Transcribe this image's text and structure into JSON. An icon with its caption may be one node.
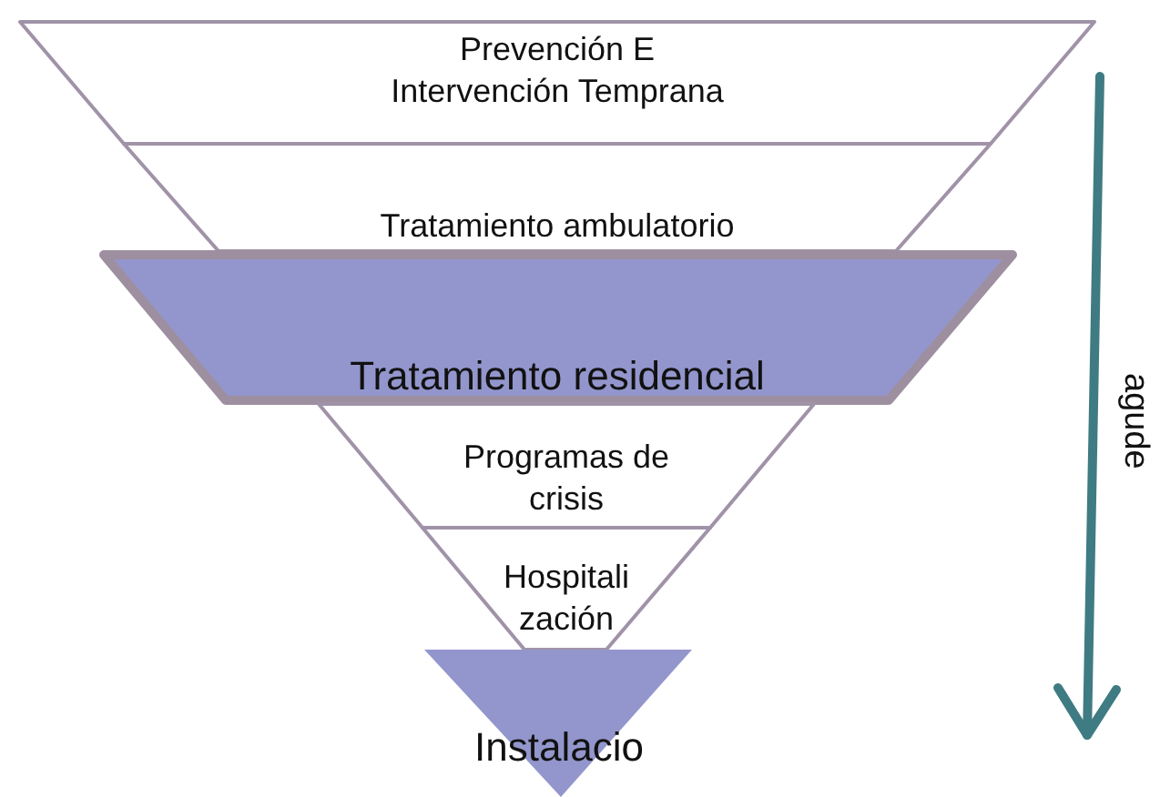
{
  "diagram": {
    "nodes": [
      {
        "text": [
          "Prevención E Intervención Temprana"
        ]
      },
      {
        "text": [
          "Tratamiento ambulatorio"
        ]
      },
      {
        "text": [
          "Tratamiento residencial"
        ]
      },
      {
        "text": [
          "Programas de crisis"
        ]
      },
      {
        "text": [
          "Hospitali zación"
        ]
      },
      {
        "text": [
          "Instalacio"
        ]
      }
    ],
    "labels": [
      "agude"
    ]
  }
}
